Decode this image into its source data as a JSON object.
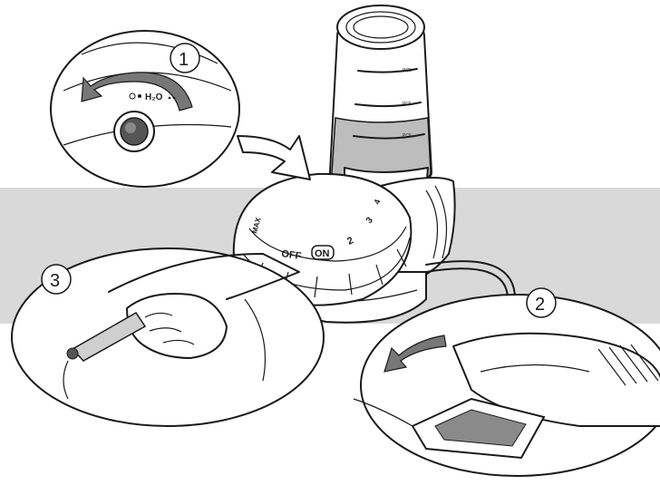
{
  "steps": {
    "step1": "1",
    "step2": "2",
    "step3": "3"
  },
  "knob_label": "H₂O",
  "dial": {
    "off": "OFF",
    "on": "ON",
    "pos2": "2",
    "pos3": "3",
    "pos4": "4",
    "max": "MAX"
  },
  "bottle_marks": [
    "PC5",
    "PC5",
    "PC5"
  ],
  "colors": {
    "band": "#d9d9d9",
    "water": "#bdbdbd",
    "stroke": "#1a1a1a"
  }
}
